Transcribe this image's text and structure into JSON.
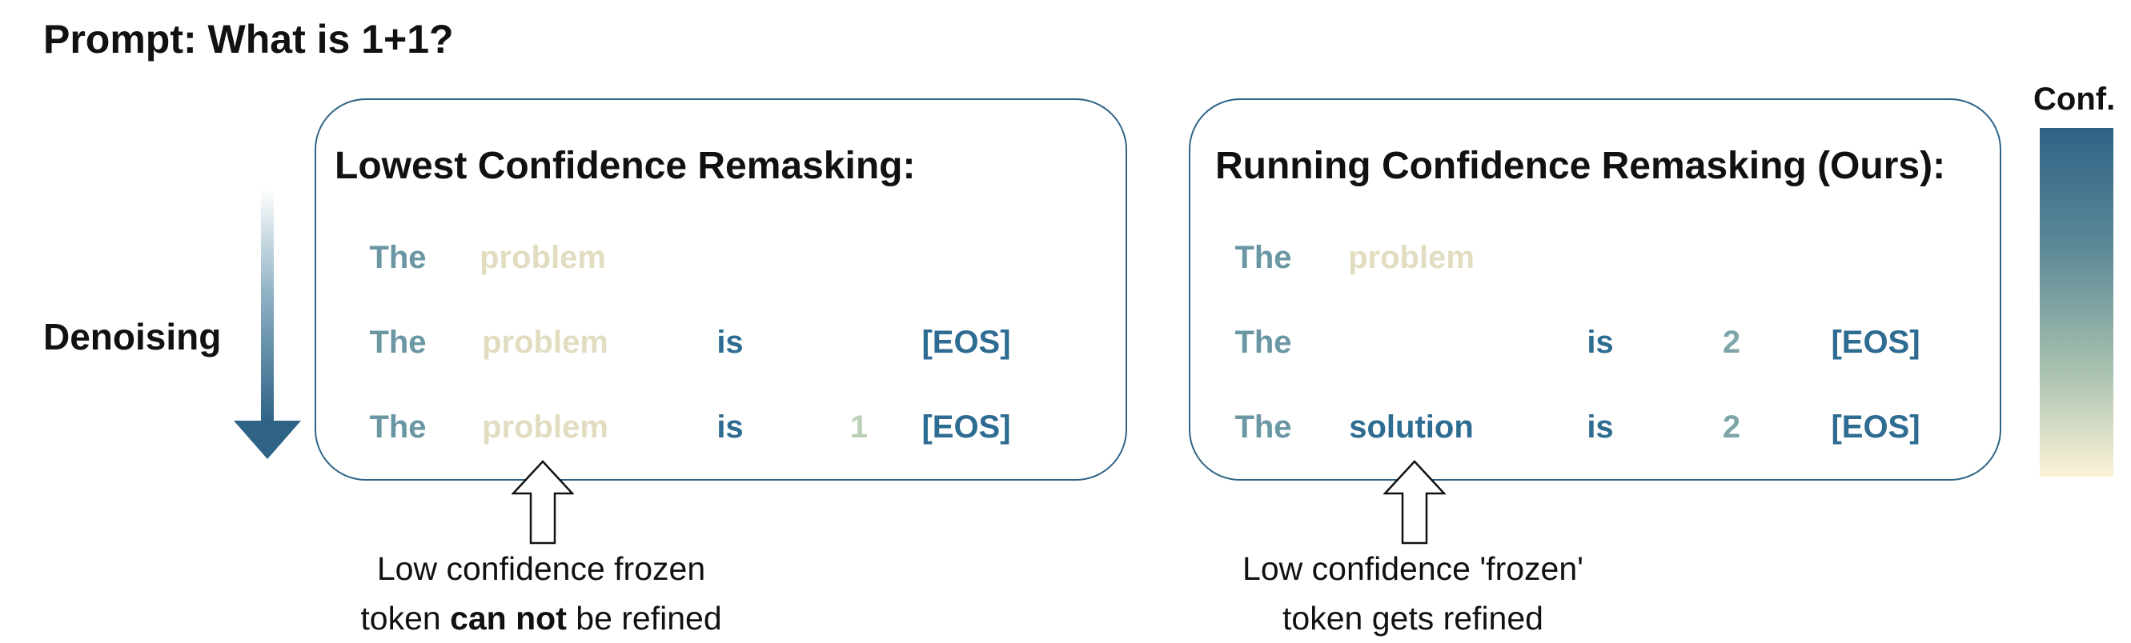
{
  "prompt": "Prompt: What is 1+1?",
  "denoising_label": "Denoising",
  "colorbar": {
    "label": "Conf.",
    "colors": [
      "#2e6386",
      "#5d8a98",
      "#a5bfae",
      "#fbf2d6"
    ]
  },
  "left_panel": {
    "title": "Lowest Confidence Remasking:",
    "rows": [
      [
        "The",
        "problem"
      ],
      [
        "The",
        "problem",
        "is",
        "[EOS]"
      ],
      [
        "The",
        "problem",
        "is",
        "1",
        "[EOS]"
      ]
    ],
    "callout": {
      "line1": "Low confidence frozen",
      "line2_prefix": "token ",
      "line2_bold": "can not",
      "line2_suffix": " be refined"
    }
  },
  "right_panel": {
    "title": "Running Confidence Remasking (Ours):",
    "rows": [
      [
        "The",
        "problem"
      ],
      [
        "The",
        "is",
        "2",
        "[EOS]"
      ],
      [
        "The",
        "solution",
        "is",
        "2",
        "[EOS]"
      ]
    ],
    "callout": {
      "line1": "Low confidence 'frozen'",
      "line2": "token gets refined"
    }
  },
  "token_colors": {
    "high": "#2e6c92",
    "mid": "#6a97a3",
    "low": "#bccfb7",
    "very_low": "#e2ddc1"
  }
}
